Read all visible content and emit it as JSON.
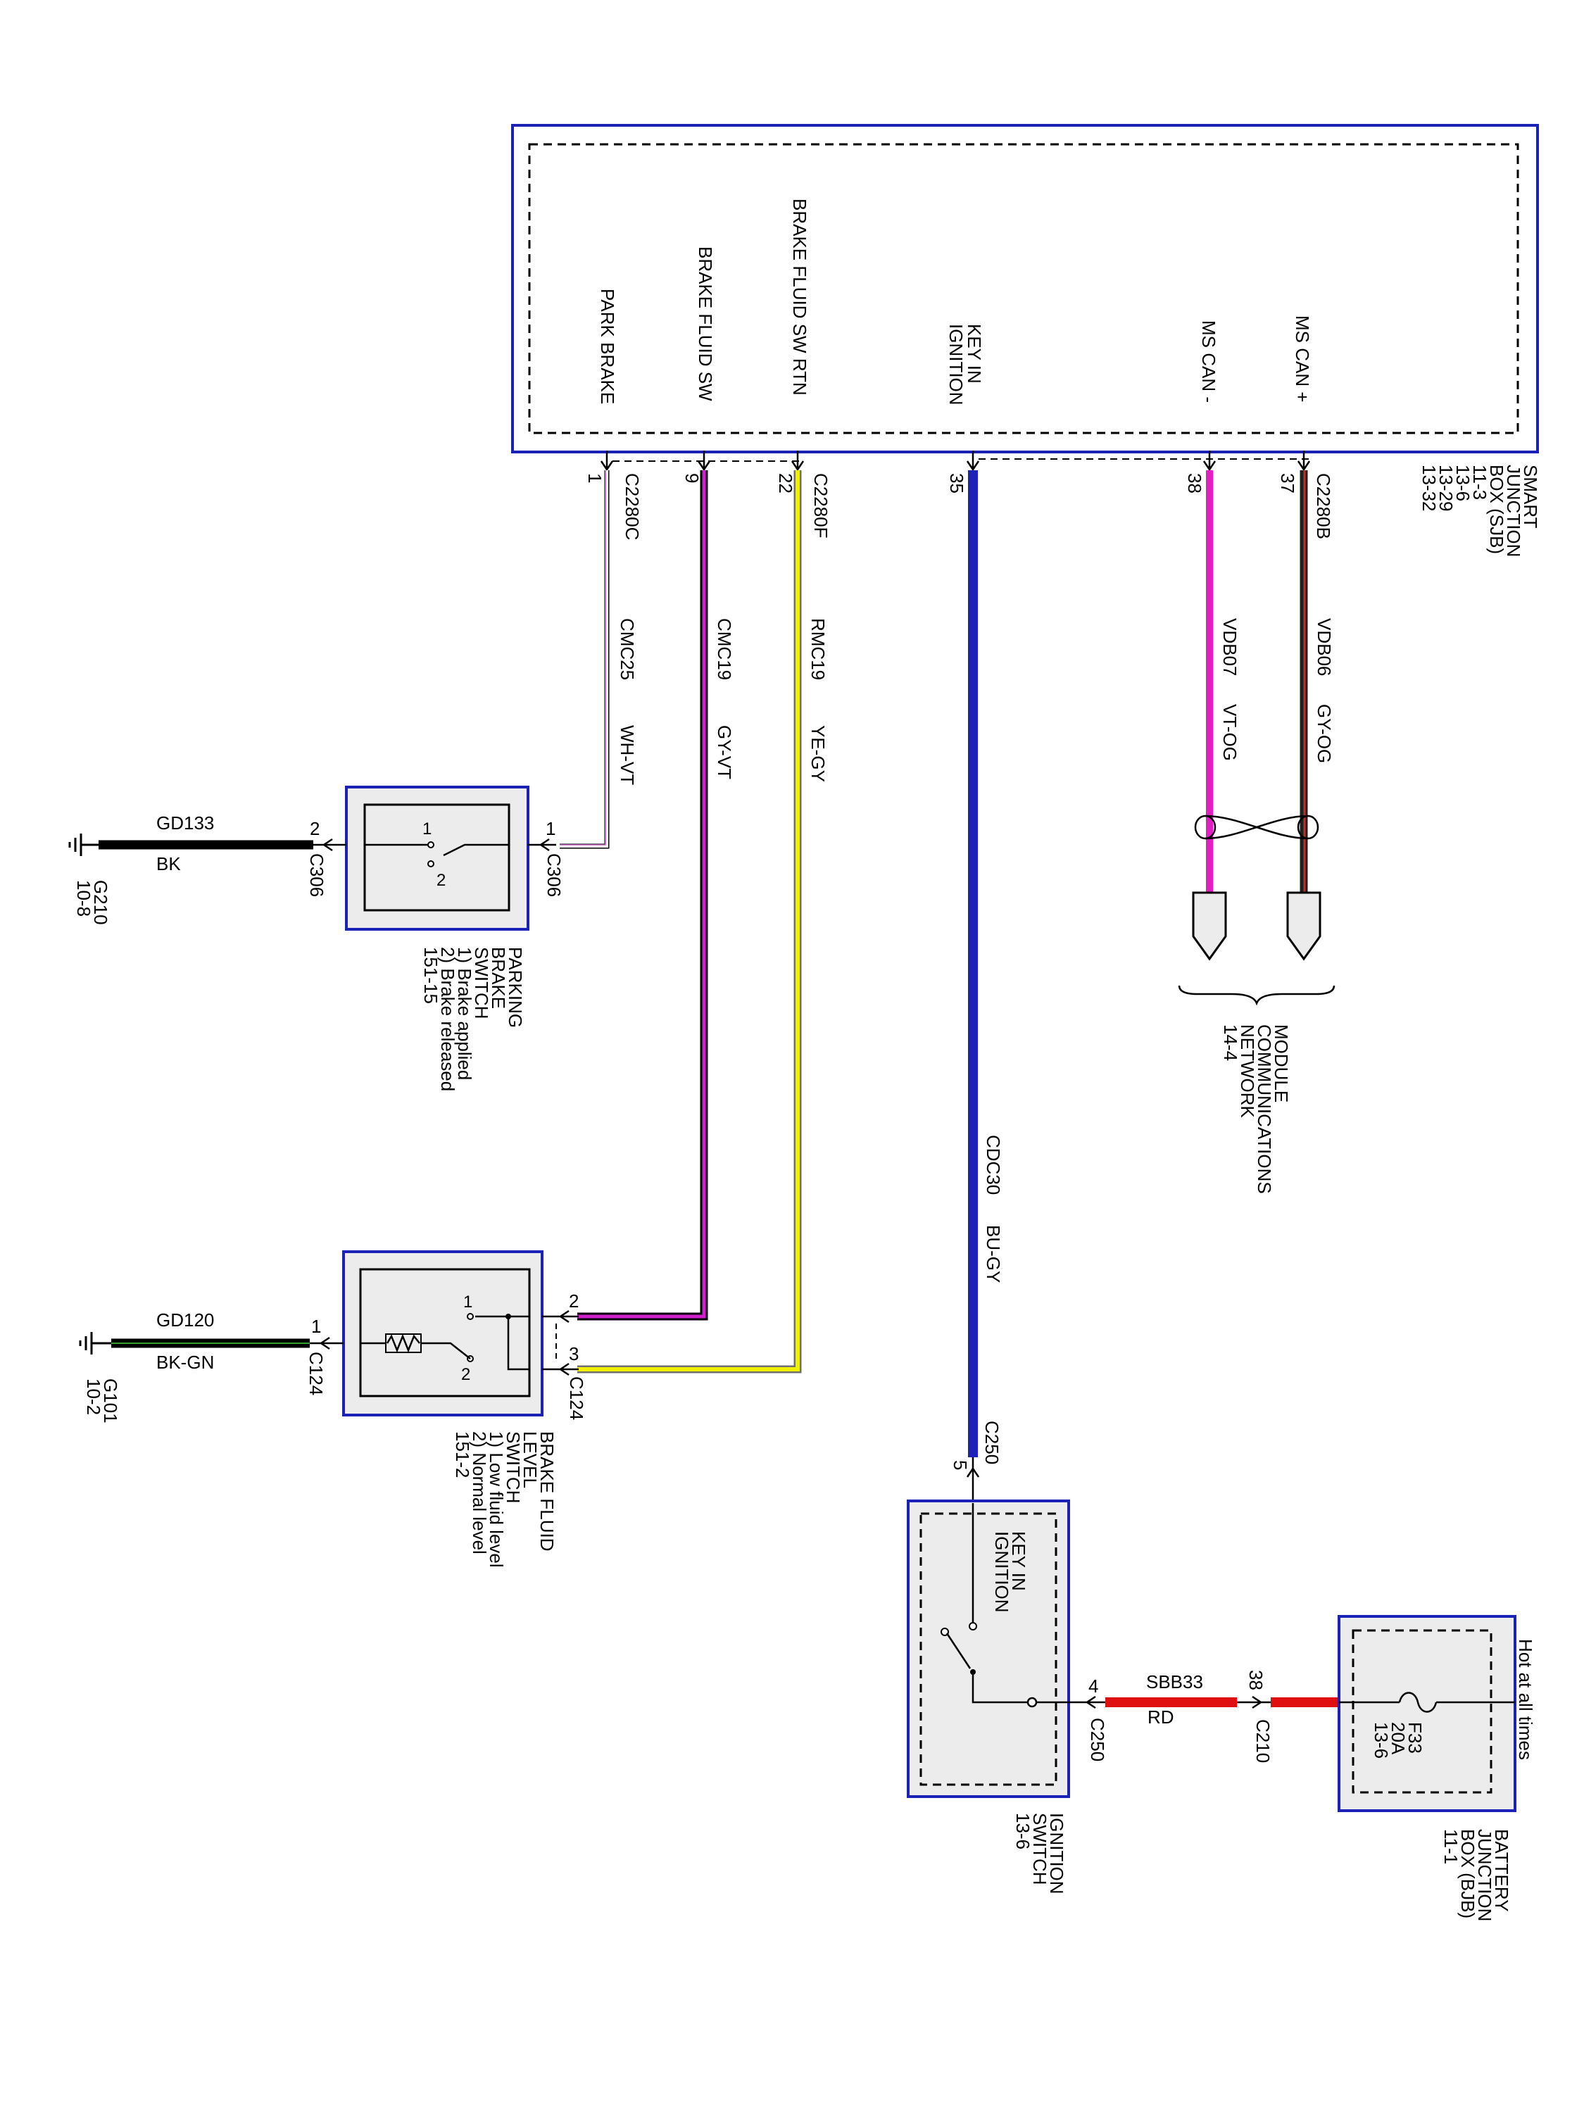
{
  "sjb": {
    "lines": [
      "SMART",
      "JUNCTION",
      "BOX (SJB)",
      "11-3",
      "13-6",
      "13-29",
      "13-32"
    ],
    "pins": [
      {
        "label": "PARK BRAKE"
      },
      {
        "label": "BRAKE FLUID SW"
      },
      {
        "label": "BRAKE FLUID SW RTN"
      },
      {
        "label_lines": [
          "KEY IN",
          "IGNITION"
        ]
      },
      {
        "label": "MS CAN -"
      },
      {
        "label": "MS CAN +"
      }
    ],
    "connectors": {
      "c2280c": "C2280C",
      "c2280f": "C2280F",
      "c2280b": "C2280B"
    }
  },
  "wires": {
    "park_brake": {
      "pin": "1",
      "circuit": "CMC25",
      "color": "WH-VT",
      "hex": [
        "#ffffff",
        "#c060c0"
      ]
    },
    "brake_fluid_sw": {
      "pin": "9",
      "circuit": "CMC19",
      "color": "GY-VT",
      "hex": [
        "#808080",
        "#d020d0"
      ]
    },
    "brake_fluid_rtn": {
      "pin": "22",
      "circuit": "RMC19",
      "color": "YE-GY",
      "hex": [
        "#e8e800",
        "#808080"
      ]
    },
    "key_in_ignition": {
      "pin": "35",
      "circuit": "CDC30",
      "color": "BU-GY",
      "hex": [
        "#1c22b8"
      ]
    },
    "ms_can_minus": {
      "pin": "38",
      "circuit": "VDB07",
      "color": "VT-OG",
      "hex": [
        "#e020c0"
      ]
    },
    "ms_can_plus": {
      "pin": "37",
      "circuit": "VDB06",
      "color": "GY-OG",
      "hex": [
        "#303030",
        "#c03020"
      ]
    },
    "ground_park": {
      "circuit": "GD133",
      "color": "BK"
    },
    "ground_fluid": {
      "circuit": "GD120",
      "color": "BK-GN"
    },
    "sbb33": {
      "circuit": "SBB33",
      "color": "RD",
      "hex": [
        "#e01010"
      ]
    }
  },
  "mcn": {
    "lines": [
      "MODULE",
      "COMMUNICATIONS",
      "NETWORK",
      "14-4"
    ]
  },
  "parking_brake_switch": {
    "lines": [
      "PARKING",
      "BRAKE",
      "SWITCH",
      "1) Brake applied",
      "2) Brake released",
      "151-15"
    ],
    "connector": "C306",
    "pin_in": "1",
    "pin_out": "2",
    "contact_1": "1",
    "contact_2": "2"
  },
  "brake_fluid_switch": {
    "lines": [
      "BRAKE FLUID",
      "LEVEL",
      "SWITCH",
      "1) Low fluid level",
      "2) Normal level",
      "151-2"
    ],
    "connector": "C124",
    "pin_a": "2",
    "pin_b": "3",
    "pin_gnd": "1",
    "contact_1": "1",
    "contact_2": "2"
  },
  "grounds": {
    "g210": {
      "name": "G210",
      "ref": "10-8"
    },
    "g101": {
      "name": "G101",
      "ref": "10-2"
    }
  },
  "ignition_switch": {
    "lines": [
      "IGNITION",
      "SWITCH",
      "13-6"
    ],
    "inner_lines": [
      "KEY IN",
      "IGNITION"
    ],
    "connector": "C250",
    "pin_top": "5",
    "pin_right": "4"
  },
  "bjb": {
    "lines": [
      "BATTERY",
      "JUNCTION",
      "BOX (BJB)",
      "11-1"
    ],
    "hot": "Hot at all times",
    "fuse_lines": [
      "F33",
      "20A",
      "13-6"
    ],
    "connector": "C210",
    "pin": "38"
  }
}
